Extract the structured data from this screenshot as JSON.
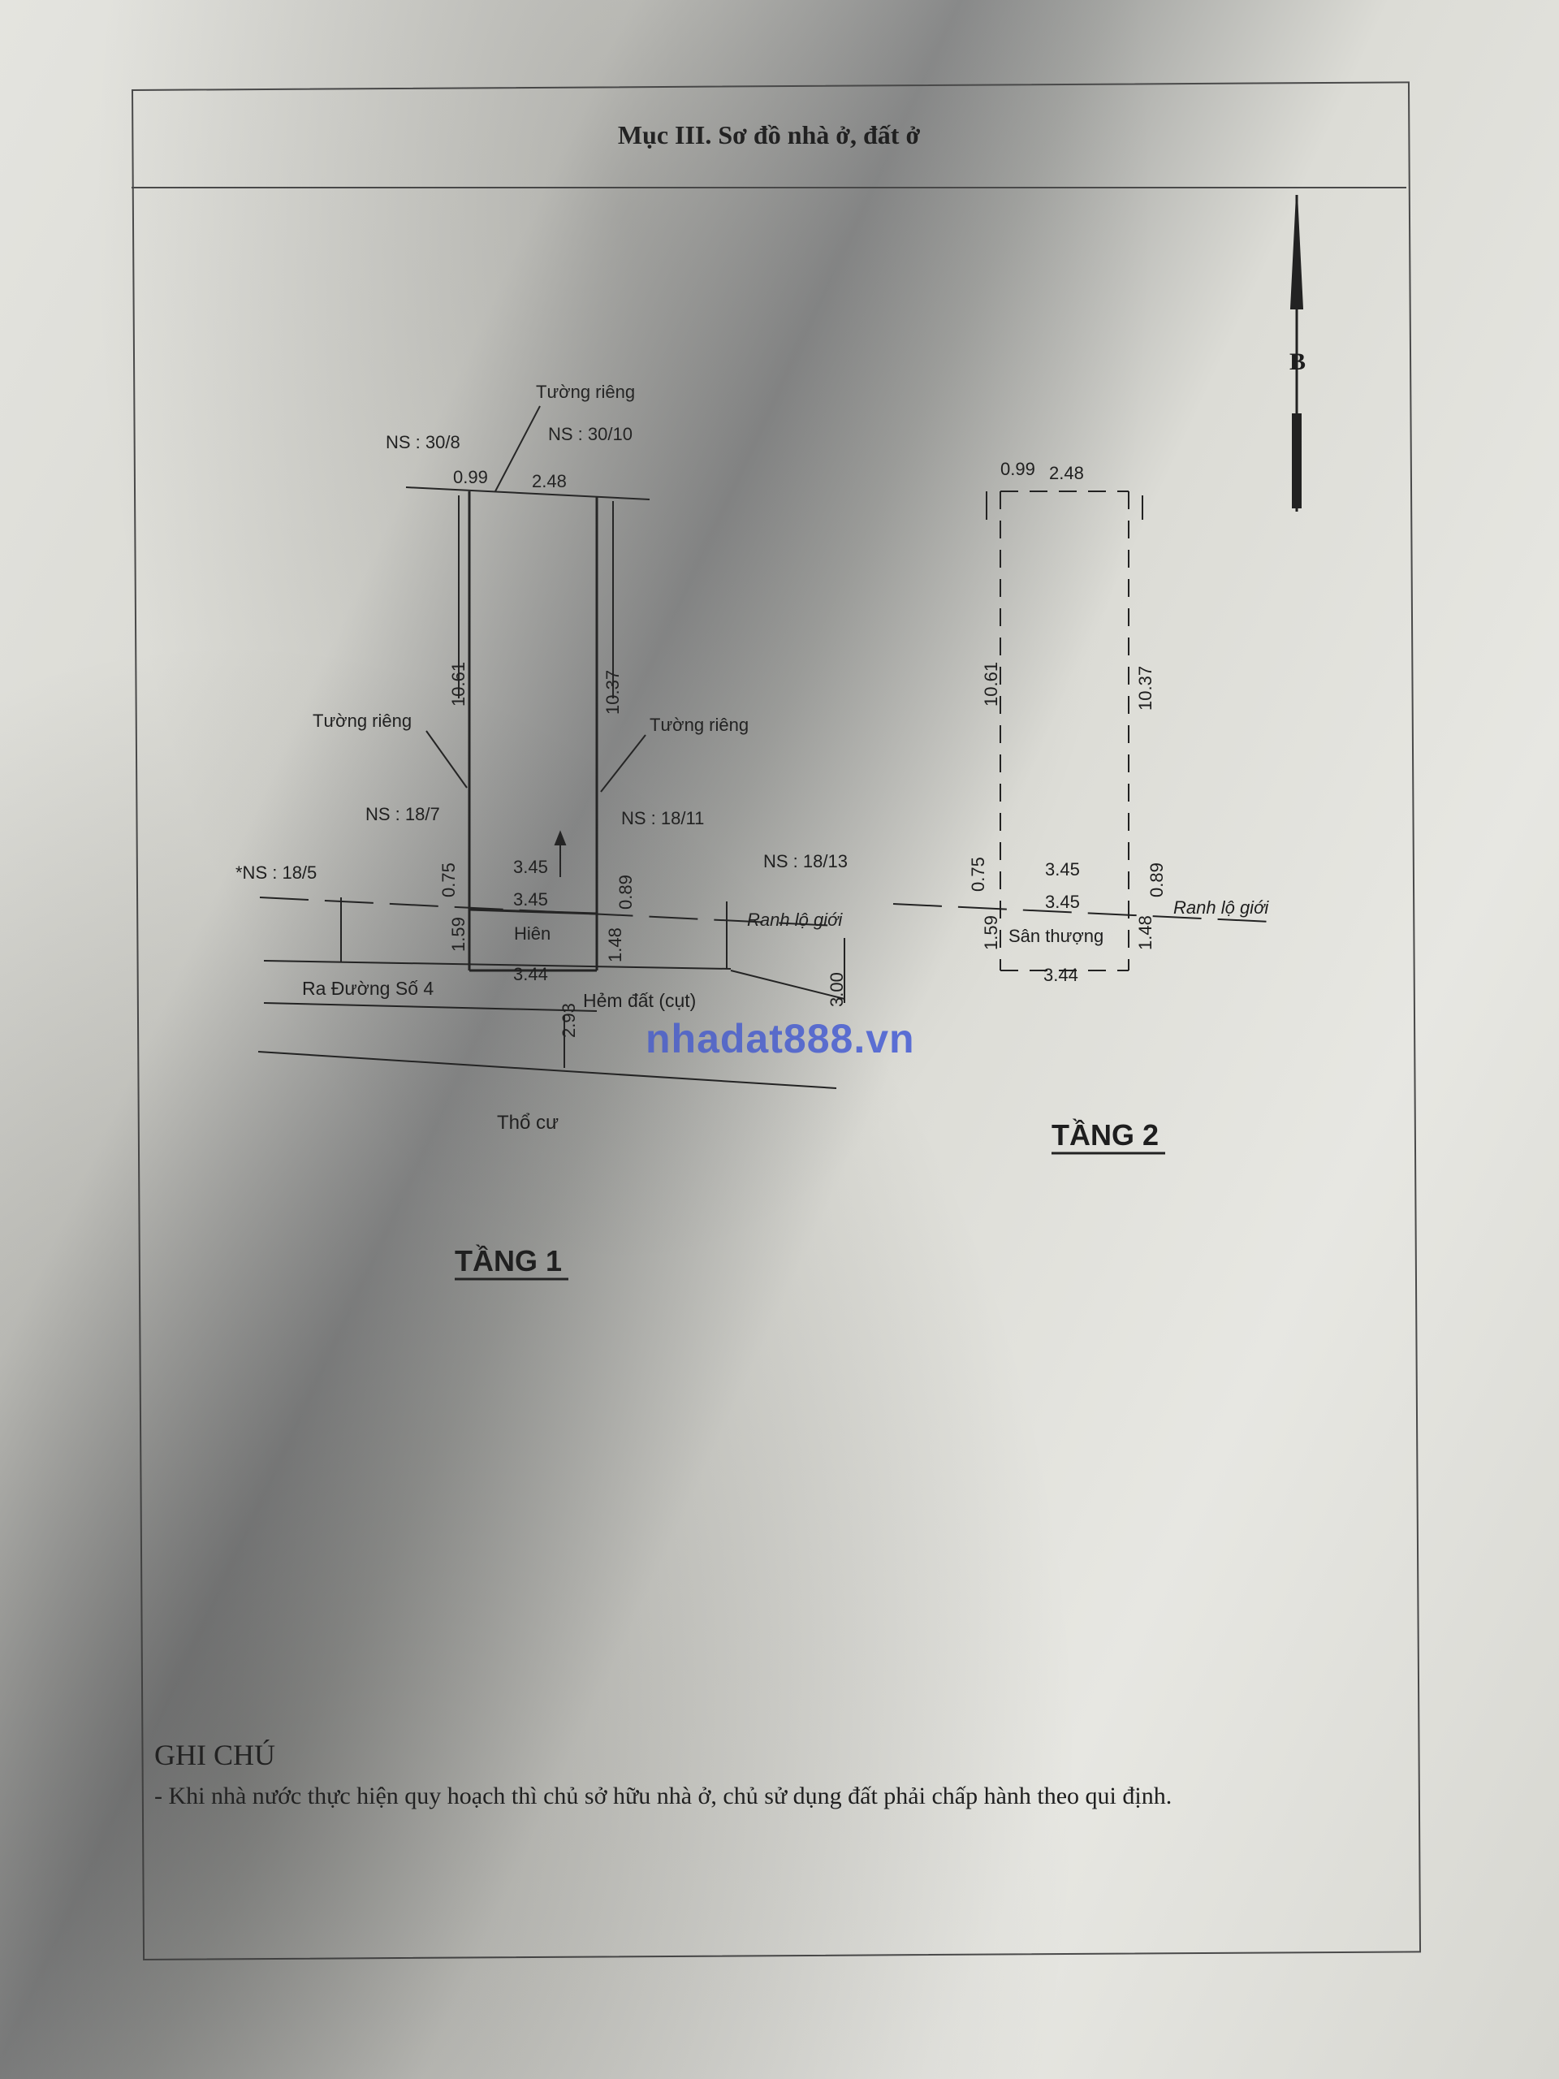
{
  "title": "Mục III. Sơ đồ nhà ở, đất ở",
  "watermark": "nhadat888.vn",
  "floor1": {
    "label": "TẦNG 1",
    "neighbors": [
      "NS : 30/8",
      "NS : 30/10",
      "NS : 18/7",
      "NS : 18/11",
      "*NS : 18/5",
      "NS : 18/13"
    ],
    "wall_labels": [
      "Tường riêng",
      "Tường riêng",
      "Tường riêng"
    ],
    "dims": {
      "top_left": "0.99",
      "top_right": "2.48",
      "left_side": "10.61",
      "right_side": "10.37",
      "upper_width": "3.45",
      "mid_width": "3.45",
      "bottom_width": "3.44",
      "left_upper": "0.75",
      "right_upper": "0.89",
      "left_lower": "1.59",
      "right_lower": "1.48",
      "road_width": "2.93",
      "alley_width": "3.00"
    },
    "owner": "Hiên",
    "road_to": "Ra Đường Số 4",
    "alley": "Hẻm đất (cụt)",
    "boundary": "Ranh lộ giới",
    "land_use": "Thổ cư"
  },
  "floor2": {
    "label": "TẦNG 2",
    "dims": {
      "top_left": "0.99",
      "top_right": "2.48",
      "left_side": "10.61",
      "right_side": "10.37",
      "upper_width": "3.45",
      "mid_width": "3.45",
      "bottom_width": "3.44",
      "left_upper": "0.75",
      "right_upper": "0.89",
      "left_lower": "1.59",
      "right_lower": "1.48"
    },
    "terrace": "Sân thượng",
    "boundary": "Ranh lộ giới"
  },
  "north_label": "B",
  "notes": {
    "heading": "GHI CHÚ",
    "text": "- Khi nhà nước thực hiện quy hoạch thì chủ sở hữu nhà ở, chủ sử dụng đất phải chấp hành theo qui định."
  }
}
